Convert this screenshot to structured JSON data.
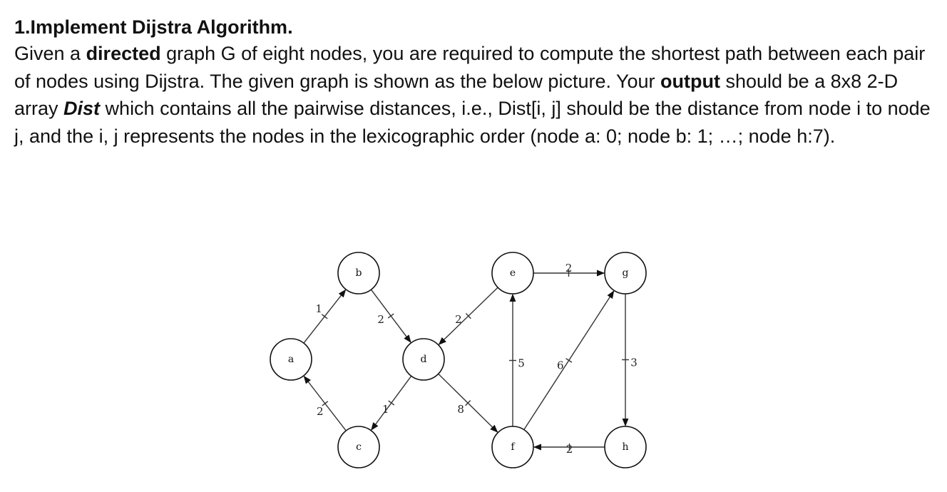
{
  "question": {
    "title": "1.Implement Dijstra Algorithm.",
    "p1_a": "Given a ",
    "p1_b": "directed",
    "p1_c": " graph G of eight nodes, you are required to compute the shortest path between each pair of nodes using Dijstra. The given graph is shown as the below picture. Your ",
    "p1_d": "output",
    "p1_e": " should be a 8x8 2-D array ",
    "p1_f": "Dist",
    "p1_g": " which contains all the pairwise distances, i.e., Dist[i, j] should be the distance from node i to node j, and the i, j represents the nodes in the lexicographic order (node a: 0; node b: 1; …; node h:7)."
  },
  "graph": {
    "nodes": [
      {
        "id": "a",
        "label": "a"
      },
      {
        "id": "b",
        "label": "b"
      },
      {
        "id": "c",
        "label": "c"
      },
      {
        "id": "d",
        "label": "d"
      },
      {
        "id": "e",
        "label": "e"
      },
      {
        "id": "f",
        "label": "f"
      },
      {
        "id": "g",
        "label": "g"
      },
      {
        "id": "h",
        "label": "h"
      }
    ],
    "edges": [
      {
        "from": "a",
        "to": "b",
        "weight": "1"
      },
      {
        "from": "c",
        "to": "a",
        "weight": "2"
      },
      {
        "from": "b",
        "to": "d",
        "weight": "2"
      },
      {
        "from": "d",
        "to": "c",
        "weight": "1"
      },
      {
        "from": "e",
        "to": "d",
        "weight": "2"
      },
      {
        "from": "d",
        "to": "f",
        "weight": "8"
      },
      {
        "from": "f",
        "to": "e",
        "weight": "5"
      },
      {
        "from": "e",
        "to": "g",
        "weight": "2"
      },
      {
        "from": "f",
        "to": "g",
        "weight": "6"
      },
      {
        "from": "g",
        "to": "h",
        "weight": "3"
      },
      {
        "from": "h",
        "to": "f",
        "weight": "2"
      }
    ]
  }
}
